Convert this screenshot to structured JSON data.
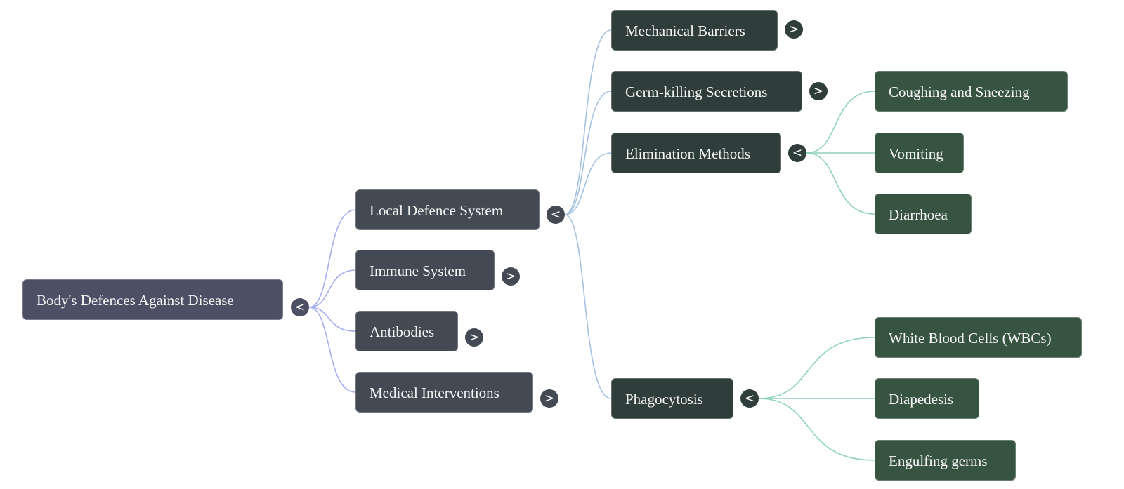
{
  "colors": {
    "link_level1": "#a3aef0",
    "link_level2": "#a4c2e0",
    "link_level3": "#8fd1bf"
  },
  "root": {
    "label": "Body's Defences Against Disease",
    "toggle": "<",
    "expanded": true
  },
  "level1": [
    {
      "label": "Local Defence System",
      "toggle": "<",
      "expanded": true
    },
    {
      "label": "Immune System",
      "toggle": ">",
      "expanded": false
    },
    {
      "label": "Antibodies",
      "toggle": ">",
      "expanded": false
    },
    {
      "label": "Medical Interventions",
      "toggle": ">",
      "expanded": false
    }
  ],
  "level2": [
    {
      "label": "Mechanical Barriers",
      "toggle": ">",
      "expanded": false
    },
    {
      "label": "Germ-killing Secretions",
      "toggle": ">",
      "expanded": false
    },
    {
      "label": "Elimination Methods",
      "toggle": "<",
      "expanded": true
    },
    {
      "label": "Phagocytosis",
      "toggle": "<",
      "expanded": true
    }
  ],
  "level3_elimination": [
    {
      "label": "Coughing and Sneezing"
    },
    {
      "label": "Vomiting"
    },
    {
      "label": "Diarrhoea"
    }
  ],
  "level3_phagocytosis": [
    {
      "label": "White Blood Cells (WBCs)"
    },
    {
      "label": "Diapedesis"
    },
    {
      "label": "Engulfing germs"
    }
  ]
}
